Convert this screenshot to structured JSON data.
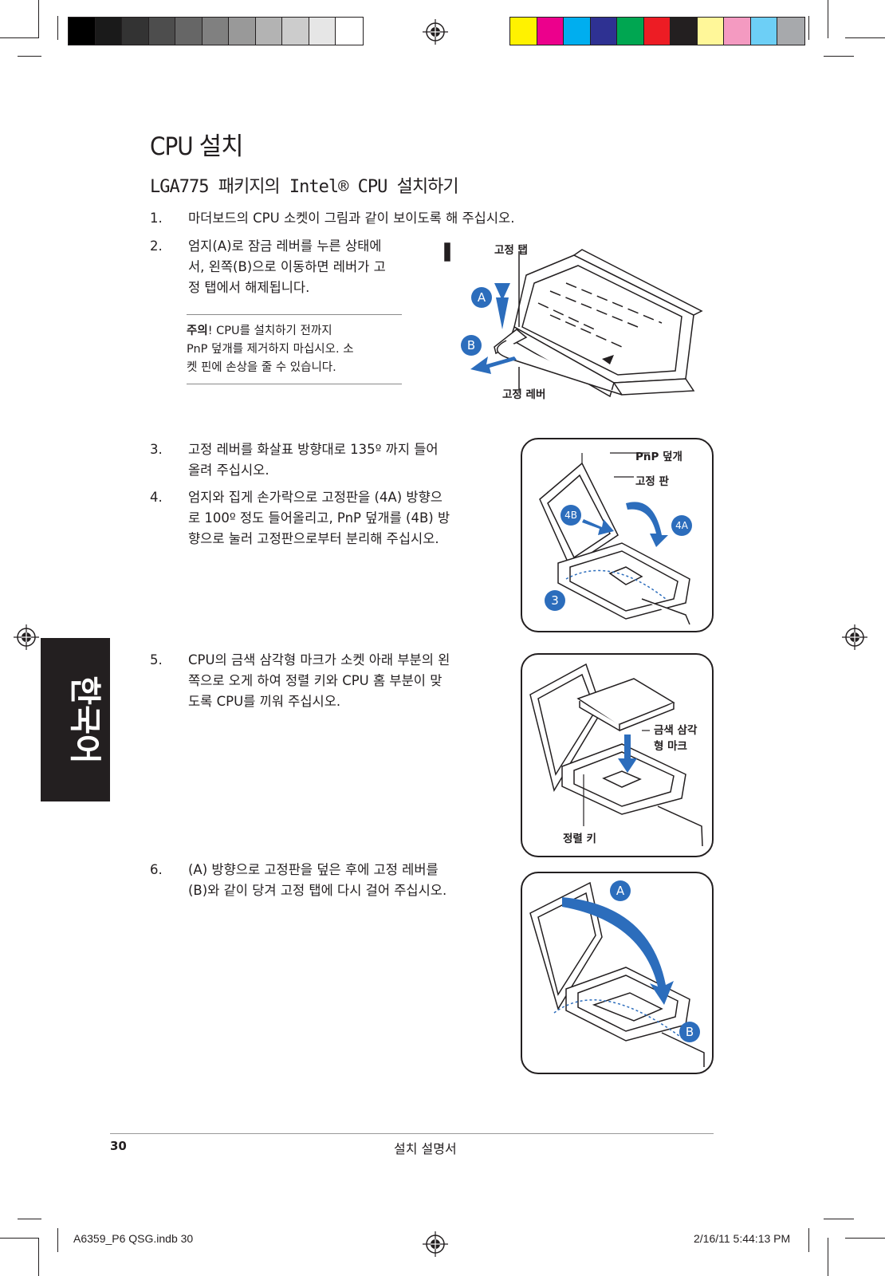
{
  "colors": {
    "accent_blue": "#2c6dbc",
    "ink": "#231f20"
  },
  "gray_bar": [
    "#000000",
    "#1a1a1a",
    "#333333",
    "#4d4d4d",
    "#666666",
    "#808080",
    "#999999",
    "#b3b3b3",
    "#cccccc",
    "#e6e6e6",
    "#ffffff"
  ],
  "color_bar": [
    "#fff200",
    "#ec008c",
    "#00aeef",
    "#2e3192",
    "#00a651",
    "#ed1c24",
    "#231f20",
    "#fff799",
    "#f49ac1",
    "#6dcff6",
    "#a7a9ac"
  ],
  "page": {
    "title": "CPU 설치",
    "subtitle": "LGA775 패키지의 Intel® CPU 설치하기",
    "steps": [
      {
        "num": "1.",
        "text": "마더보드의 CPU 소켓이 그림과 같이 보이도록 해 주십시오."
      },
      {
        "num": "2.",
        "text": "엄지(A)로 잠금 레버를 누른 상태에\n서, 왼쪽(B)으로 이동하면 레버가 고\n정 탭에서 해제됩니다."
      },
      {
        "num": "3.",
        "text": "고정 레버를 화살표 방향대로 135º 까지 들어\n올려 주십시오."
      },
      {
        "num": "4.",
        "text": "엄지와 집게 손가락으로 고정판을 (4A) 방향으\n로 100º 정도 들어올리고, PnP 덮개를 (4B) 방\n향으로 눌러 고정판으로부터 분리해 주십시오."
      },
      {
        "num": "5.",
        "text": "CPU의 금색 삼각형 마크가 소켓 아래 부분의 왼\n쪽으로 오게 하여 정렬 키와 CPU 홈 부분이 맞\n도록 CPU를 끼워 주십시오."
      },
      {
        "num": "6.",
        "text": "(A) 방향으로 고정판을 덮은 후에 고정 레버를\n(B)와 같이 당겨 고정 탭에 다시 걸어 주십시오."
      }
    ],
    "note": {
      "bold": "주의",
      "text": "! CPU를 설치하기 전까지\nPnP 덮개를 제거하지 마십시오. 소\n켓 핀에 손상을 줄 수 있습니다."
    },
    "fig1": {
      "tab_label": "고정 탭",
      "lever_label": "고정 레버",
      "a": "A",
      "b": "B"
    },
    "fig2": {
      "pnp_label": "PnP 덮개",
      "plate_label": "고정 판",
      "c4b": "4B",
      "c4a": "4A",
      "c3": "3"
    },
    "fig3": {
      "mark_label_1": "금색 삼각",
      "mark_label_2": "형 마크",
      "key_label": "정렬 키"
    },
    "fig4": {
      "a": "A",
      "b": "B"
    },
    "side_tab": "한국어",
    "page_number": "30",
    "footer_title": "설치 설명서",
    "slug_left": "A6359_P6 QSG.indb   30",
    "slug_right": "2/16/11   5:44:13 PM"
  }
}
